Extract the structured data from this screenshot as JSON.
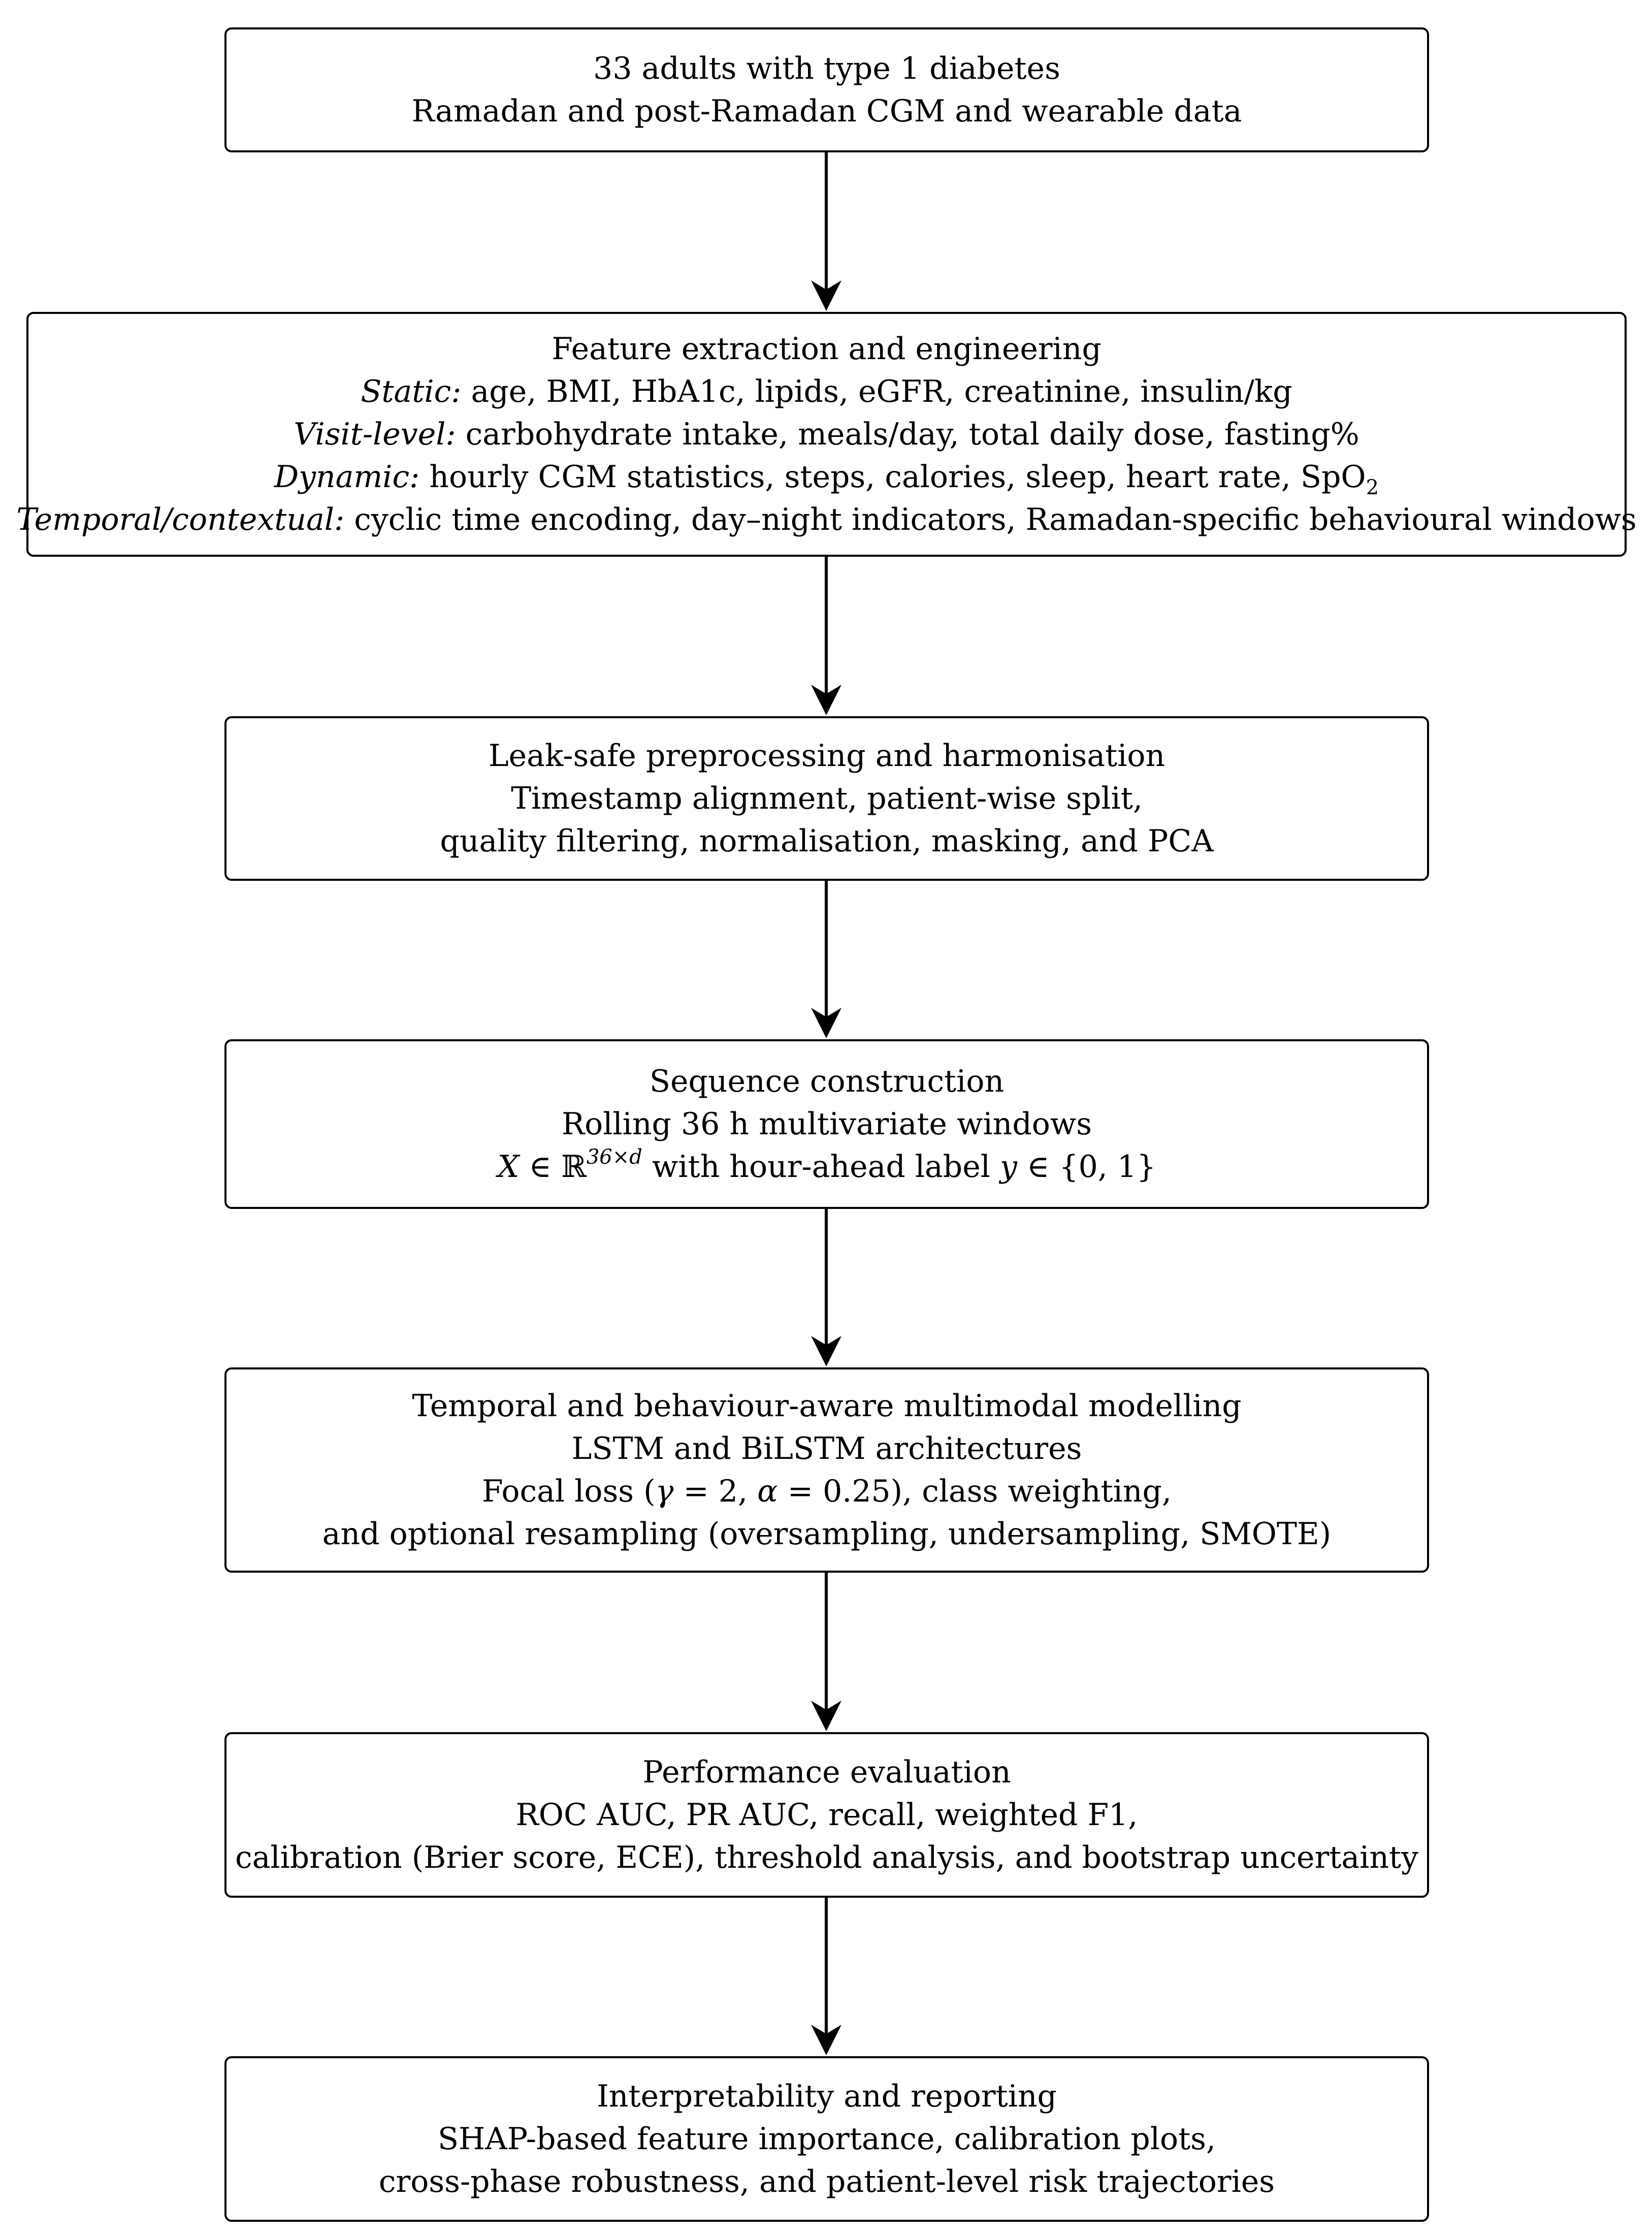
{
  "boxes": [
    {
      "id": "data-collection",
      "lines": [
        "33 adults with type 1 diabetes",
        "Ramadan and post-Ramadan CGM and wearable data"
      ]
    },
    {
      "id": "feature-extraction",
      "title": "Feature extraction and engineering",
      "static_label": "Static:",
      "static_text": " age, BMI, HbA1c, lipids, eGFR, creatinine, insulin/kg",
      "visit_label": "Visit-level:",
      "visit_text": " carbohydrate intake, meals/day, total daily dose, fasting%",
      "dynamic_label": "Dynamic:",
      "dynamic_text": " hourly CGM statistics, steps, calories, sleep, heart rate, SpO",
      "dynamic_sub": "2",
      "temporal_label": "Temporal/contextual:",
      "temporal_text": " cyclic time encoding, day–night indicators, Ramadan-specific behavioural windows"
    },
    {
      "id": "preprocessing",
      "lines": [
        "Leak-safe preprocessing and harmonisation",
        "Timestamp alignment, patient-wise split,",
        "quality filtering, normalisation, masking, and PCA"
      ]
    },
    {
      "id": "sequence-construction",
      "title": "Sequence construction",
      "subtitle": "Rolling 36 h multivariate windows",
      "math_X": "X",
      "math_in1": " ∈ ℝ",
      "math_sup": "36×d",
      "math_mid": " with hour-ahead label ",
      "math_y": "y",
      "math_set": " ∈ {0, 1}"
    },
    {
      "id": "modelling",
      "lines": [
        "Temporal and behaviour-aware multimodal modelling",
        "LSTM and BiLSTM architectures"
      ],
      "focal_pre": "Focal loss (",
      "focal_gamma": "γ",
      "focal_mid": " = 2, ",
      "focal_alpha": "α",
      "focal_post": " = 0.25), class weighting,",
      "last_line": "and optional resampling (oversampling, undersampling, SMOTE)"
    },
    {
      "id": "evaluation",
      "lines": [
        "Performance evaluation",
        "ROC AUC, PR AUC, recall, weighted F1,",
        "calibration (Brier score, ECE), threshold analysis, and bootstrap uncertainty"
      ]
    },
    {
      "id": "interpretability",
      "lines": [
        "Interpretability and reporting",
        "SHAP-based feature importance, calibration plots,",
        "cross-phase robustness, and patient-level risk trajectories"
      ]
    }
  ]
}
